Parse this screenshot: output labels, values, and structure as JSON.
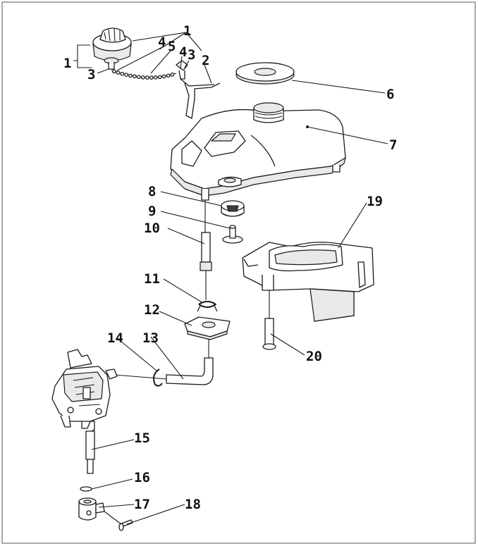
{
  "diagram": {
    "type": "exploded-parts-diagram",
    "colors": {
      "line": "#1a1a1a",
      "background": "#ffffff",
      "shade": "#e9e9e9"
    },
    "callouts": [
      {
        "id": "c1a",
        "label": "1"
      },
      {
        "id": "c1b",
        "label": "1"
      },
      {
        "id": "c2",
        "label": "2"
      },
      {
        "id": "c3a",
        "label": "3"
      },
      {
        "id": "c3b",
        "label": "3"
      },
      {
        "id": "c4a",
        "label": "4"
      },
      {
        "id": "c4b",
        "label": "4"
      },
      {
        "id": "c5",
        "label": "5"
      },
      {
        "id": "c6",
        "label": "6"
      },
      {
        "id": "c7",
        "label": "7"
      },
      {
        "id": "c8",
        "label": "8"
      },
      {
        "id": "c9",
        "label": "9"
      },
      {
        "id": "c10",
        "label": "10"
      },
      {
        "id": "c11",
        "label": "11"
      },
      {
        "id": "c12",
        "label": "12"
      },
      {
        "id": "c13",
        "label": "13"
      },
      {
        "id": "c14",
        "label": "14"
      },
      {
        "id": "c15",
        "label": "15"
      },
      {
        "id": "c16",
        "label": "16"
      },
      {
        "id": "c17",
        "label": "17"
      },
      {
        "id": "c18",
        "label": "18"
      },
      {
        "id": "c19",
        "label": "19"
      },
      {
        "id": "c20",
        "label": "20"
      }
    ]
  }
}
